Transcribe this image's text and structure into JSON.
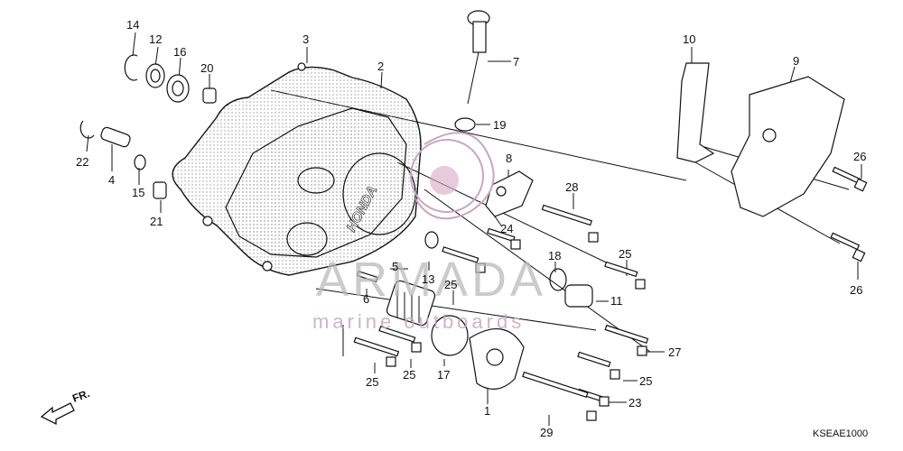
{
  "callouts": [
    {
      "id": "c14",
      "text": "14"
    },
    {
      "id": "c12",
      "text": "12"
    },
    {
      "id": "c16",
      "text": "16"
    },
    {
      "id": "c20",
      "text": "20"
    },
    {
      "id": "c3",
      "text": "3"
    },
    {
      "id": "c2",
      "text": "2"
    },
    {
      "id": "c7",
      "text": "7"
    },
    {
      "id": "c19",
      "text": "19"
    },
    {
      "id": "c22",
      "text": "22"
    },
    {
      "id": "c4",
      "text": "4"
    },
    {
      "id": "c15",
      "text": "15"
    },
    {
      "id": "c21",
      "text": "21"
    },
    {
      "id": "c8",
      "text": "8"
    },
    {
      "id": "c24",
      "text": "24"
    },
    {
      "id": "c28",
      "text": "28"
    },
    {
      "id": "c10",
      "text": "10"
    },
    {
      "id": "c9",
      "text": "9"
    },
    {
      "id": "c26a",
      "text": "26"
    },
    {
      "id": "c26b",
      "text": "26"
    },
    {
      "id": "c25a",
      "text": "25"
    },
    {
      "id": "c5",
      "text": "5"
    },
    {
      "id": "c13",
      "text": "13"
    },
    {
      "id": "c6",
      "text": "6"
    },
    {
      "id": "c25b",
      "text": "25"
    },
    {
      "id": "c18",
      "text": "18"
    },
    {
      "id": "c11",
      "text": "11"
    },
    {
      "id": "c27",
      "text": "27"
    },
    {
      "id": "c25c",
      "text": "25"
    },
    {
      "id": "c25d",
      "text": "25"
    },
    {
      "id": "c25e",
      "text": "25"
    },
    {
      "id": "c17",
      "text": "17"
    },
    {
      "id": "c1",
      "text": "1"
    },
    {
      "id": "c23",
      "text": "23"
    },
    {
      "id": "c29",
      "text": "29"
    }
  ],
  "watermark": {
    "brand": "ARMADA",
    "tagline": "marine outboards"
  },
  "cover_emboss": "HONDA",
  "front_marker": "FR.",
  "diagram_code": "KSEAE1000",
  "colors": {
    "line": "#111111",
    "dots": "#9a9a9a",
    "watermark_pink": "#c6a7c1",
    "watermark_grey": "#b9b9b9"
  }
}
